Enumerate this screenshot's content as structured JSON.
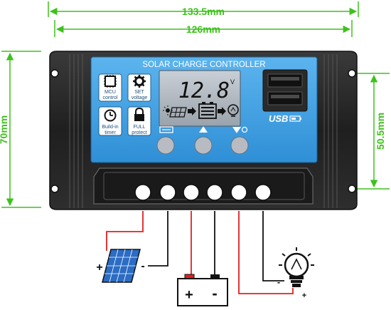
{
  "dimensions": {
    "total_width": "133.5mm",
    "hole_spacing_width": "126mm",
    "total_height": "70mm",
    "hole_spacing_height": "50.5mm"
  },
  "panel": {
    "title": "SOLAR CHARGE CONTROLLER",
    "display_value": "12.8",
    "display_unit": "V",
    "usb_label": "USB"
  },
  "function_icons": [
    {
      "icon": "chip-icon",
      "line1": "MCU",
      "line2": "control"
    },
    {
      "icon": "gear-icon",
      "line1": "SET",
      "line2": "voltage"
    },
    {
      "icon": "clock-icon",
      "line1": "Build-in",
      "line2": "timer"
    },
    {
      "icon": "lock-icon",
      "line1": "FULL",
      "line2": "protect"
    }
  ],
  "buttons": [
    {
      "icon": "menu-icon"
    },
    {
      "icon": "up-icon"
    },
    {
      "icon": "down-icon"
    }
  ],
  "wiring": {
    "solar_plus": "+",
    "solar_minus": "-",
    "battery_plus": "+",
    "battery_minus": "-",
    "load_minus": "-",
    "load_plus": "+"
  },
  "colors": {
    "dimension": "#3dc21b",
    "panel_blue": "#3d9fe0",
    "body": "#2b2b2b",
    "positive_wire": "#e02020",
    "negative_wire": "#111111"
  }
}
